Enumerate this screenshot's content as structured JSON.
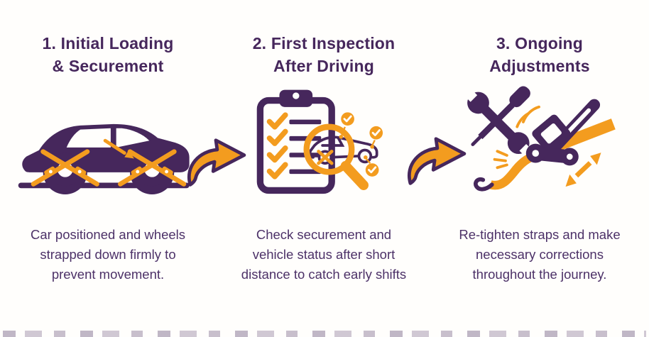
{
  "page": {
    "background": "#FFFEFC",
    "colors": {
      "purple": "#46275C",
      "orange": "#F39C1F",
      "body_text": "#4C3168"
    }
  },
  "steps": [
    {
      "number": "1",
      "title": "1. Initial Loading\n& Securement",
      "icon": "car-strapped-down-icon",
      "description": "Car positioned and wheels\nstrapped down firmly to\nprevent movement."
    },
    {
      "number": "2",
      "title": "2. First Inspection\nAfter Driving",
      "icon": "inspection-checklist-magnifier-icon",
      "description": "Check securement and\nvehicle status after short\ndistance to catch early shifts"
    },
    {
      "number": "3",
      "title": "3. Ongoing\nAdjustments",
      "icon": "tools-and-ratchet-strap-icon",
      "description": "Re-tighten straps and make\nnecessary corrections\nthroughout the journey."
    }
  ],
  "connectors": [
    {
      "name": "swoosh-arrow-step1-to-step2"
    },
    {
      "name": "swoosh-arrow-step2-to-step3"
    }
  ]
}
